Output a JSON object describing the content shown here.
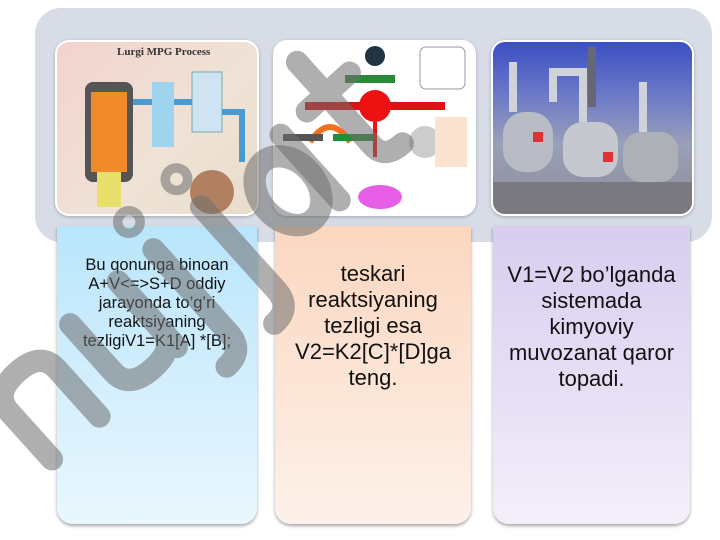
{
  "images": [
    {
      "caption": "Lurgi MPG Process"
    },
    {
      "caption": ""
    },
    {
      "caption": ""
    }
  ],
  "cards": [
    {
      "text": "Bu qonunga binoan A+V<=>S+D oddiy jarayonda to’g’ri reaktsiyaning tezligiV1=K1[A] *[B];"
    },
    {
      "text": "teskari reaktsiyaning tezligi esa V2=K2[C]*[D]ga  teng."
    },
    {
      "text": "V1=V2 bo’lganda sistemada kimyoviy muvozanat qaror topadi."
    }
  ],
  "watermark": "hujjat",
  "colors": {
    "band": "#d7dce7",
    "card1": "#b9e5fb",
    "card2": "#fbd7c0",
    "card3": "#d8cdef"
  }
}
